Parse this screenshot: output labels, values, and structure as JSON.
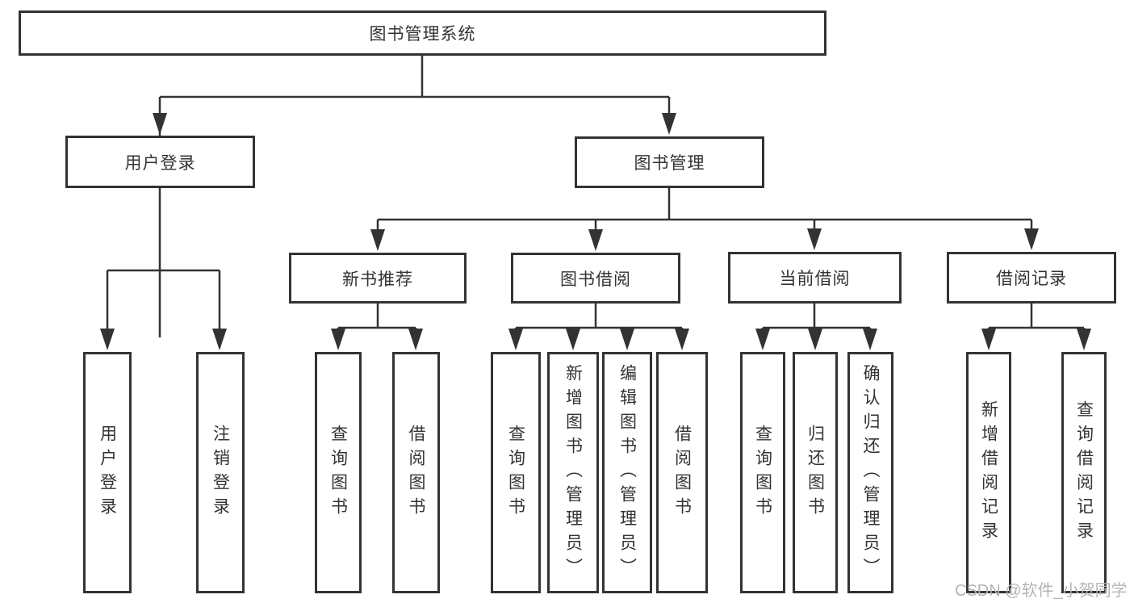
{
  "diagram": {
    "root": {
      "label": "图书管理系统"
    },
    "branches": [
      {
        "label": "用户登录",
        "children": [
          {
            "label": "用户登录"
          },
          {
            "label": "注销登录"
          }
        ]
      },
      {
        "label": "图书管理",
        "children": [
          {
            "label": "新书推荐",
            "children": [
              {
                "label": "查询图书"
              },
              {
                "label": "借阅图书"
              }
            ]
          },
          {
            "label": "图书借阅",
            "children": [
              {
                "label": "查询图书"
              },
              {
                "label": "新增图书（管理员）"
              },
              {
                "label": "编辑图书（管理员）"
              },
              {
                "label": "借阅图书"
              }
            ]
          },
          {
            "label": "当前借阅",
            "children": [
              {
                "label": "查询图书"
              },
              {
                "label": "归还图书"
              },
              {
                "label": "确认归还（管理员）"
              }
            ]
          },
          {
            "label": "借阅记录",
            "children": [
              {
                "label": "新增借阅记录"
              },
              {
                "label": "查询借阅记录"
              }
            ]
          }
        ]
      }
    ],
    "watermark": "CSDN @软件_小贺同学"
  },
  "colors": {
    "line": "#333333",
    "text": "#333333",
    "watermark": "#b4b4b4",
    "background": "#ffffff"
  }
}
